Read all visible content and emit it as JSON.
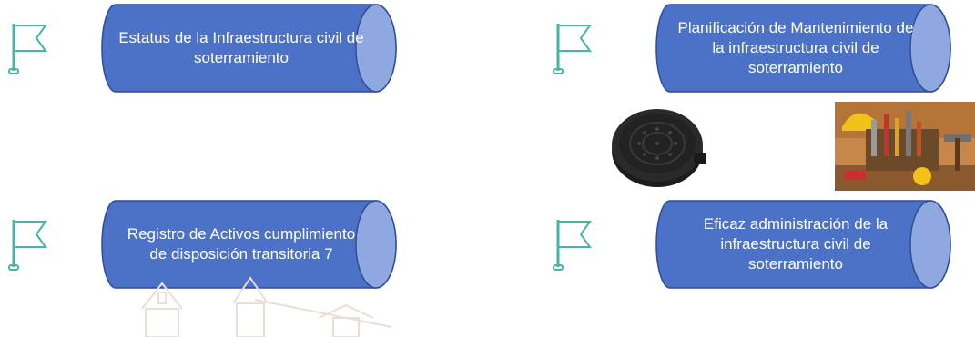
{
  "colors": {
    "cylinder_fill": "#4c72c8",
    "cylinder_stroke": "#2e4d96",
    "cylinder_cap": "#8fa8e0",
    "flag": "#45b5a5"
  },
  "nodes": [
    {
      "id": "n1",
      "label": "Estatus de la Infraestructura civil de soterramiento"
    },
    {
      "id": "n2",
      "label": "Planificación de Mantenimiento de la infraestructura civil de soterramiento"
    },
    {
      "id": "n3",
      "label": "Registro de Activos cumplimiento de disposición transitoria 7"
    },
    {
      "id": "n4",
      "label": "Eficaz administración de la infraestructura civil de soterramiento"
    }
  ],
  "images": [
    {
      "id": "manhole",
      "icon": "manhole-cover-icon"
    },
    {
      "id": "tools",
      "icon": "toolbox-icon"
    }
  ]
}
